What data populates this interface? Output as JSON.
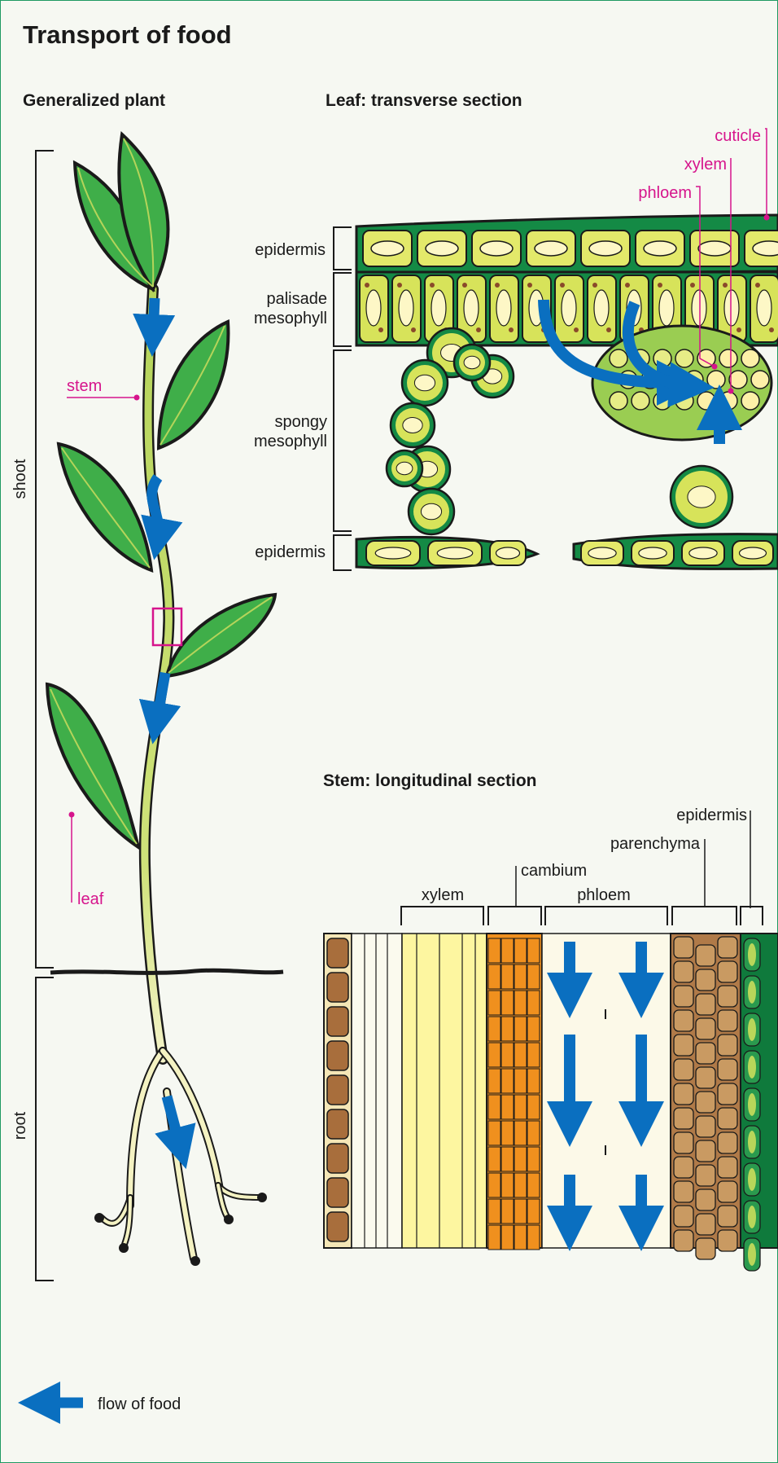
{
  "title": "Transport of food",
  "sections": {
    "plant": "Generalized plant",
    "leaf": "Leaf: transverse section",
    "stem": "Stem: longitudinal section"
  },
  "plant_labels": {
    "shoot": "shoot",
    "root": "root",
    "stem": "stem",
    "leaf": "leaf"
  },
  "leaf_labels": {
    "cuticle": "cuticle",
    "xylem": "xylem",
    "phloem": "phloem",
    "epidermis_top": "epidermis",
    "palisade_1": "palisade",
    "palisade_2": "mesophyll",
    "spongy_1": "spongy",
    "spongy_2": "mesophyll",
    "epidermis_bottom": "epidermis"
  },
  "stem_labels": {
    "epidermis": "epidermis",
    "parenchyma": "parenchyma",
    "cambium": "cambium",
    "xylem": "xylem",
    "phloem": "phloem"
  },
  "legend": {
    "label": "flow of food",
    "arrow_color": "#0a6fc0"
  },
  "colors": {
    "label_accent": "#d6148c",
    "leaf_green": "#3fae49",
    "cell_yellow": "#d7e35a",
    "cambium_orange": "#f0901e",
    "xylem_yellow": "#fdf6a0",
    "parenchyma_brown": "#b07a48",
    "epidermis_green": "#0f7a3c"
  }
}
